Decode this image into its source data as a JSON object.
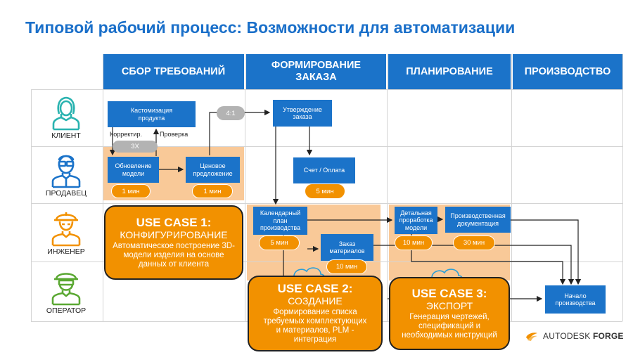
{
  "title": "Типовой рабочий процесс: Возможности для автоматизации",
  "columns": [
    "СБОР ТРЕБОВАНИЙ",
    "ФОРМИРОВАНИЕ ЗАКАЗА",
    "ПЛАНИРОВАНИЕ",
    "ПРОИЗВОДСТВО"
  ],
  "roles": [
    "КЛИЕНТ",
    "ПРОДАВЕЦ",
    "ИНЖЕНЕР",
    "ОПЕРАТОР"
  ],
  "steps": {
    "customization": "Кастомизация продукта",
    "model_update": "Обновление модели",
    "price_offer": "Ценовое предложение",
    "order_approval": "Утверждение заказа",
    "invoice_payment": "Счет / Оплата",
    "calendar_plan": "Календарный план производства",
    "material_order": "Заказ материалов",
    "detailed_model": "Детальная проработка модели",
    "prod_docs": "Производственная документация",
    "prod_start": "Начало производства"
  },
  "flow_labels": {
    "correct": "Корректир.",
    "check": "Проверка",
    "repeat": "3X",
    "ratio": "4:1"
  },
  "durations": {
    "model_update": "1 мин",
    "price_offer": "1 мин",
    "invoice_payment": "5 мин",
    "calendar_plan": "5 мин",
    "material_order": "10 мин",
    "detailed_model": "10 мин",
    "prod_docs": "30 мин"
  },
  "use_cases": [
    {
      "title": "USE CASE 1:",
      "subtitle": "КОНФИГУРИРОВАНИЕ",
      "description": "Автоматическое построение 3D-модели изделия на основе данных от клиента"
    },
    {
      "title": "USE CASE 2:",
      "subtitle": "СОЗДАНИЕ",
      "description": "Формирование списка требуемых комплектующих и материалов, PLM - интеграция"
    },
    {
      "title": "USE CASE 3:",
      "subtitle": "ЭКСПОРТ",
      "description": "Генерация чертежей, спецификаций и необходимых инструкций"
    }
  ],
  "brand": {
    "name": "AUTODESK",
    "product": "FORGE"
  },
  "colors": {
    "blue": "#1b73c9",
    "orange": "#f29100",
    "light_orange": "#f9c998",
    "client_teal": "#2ab3b0",
    "seller_blue": "#1b73c9",
    "engineer_orange": "#f29100",
    "operator_green": "#5aa832"
  }
}
